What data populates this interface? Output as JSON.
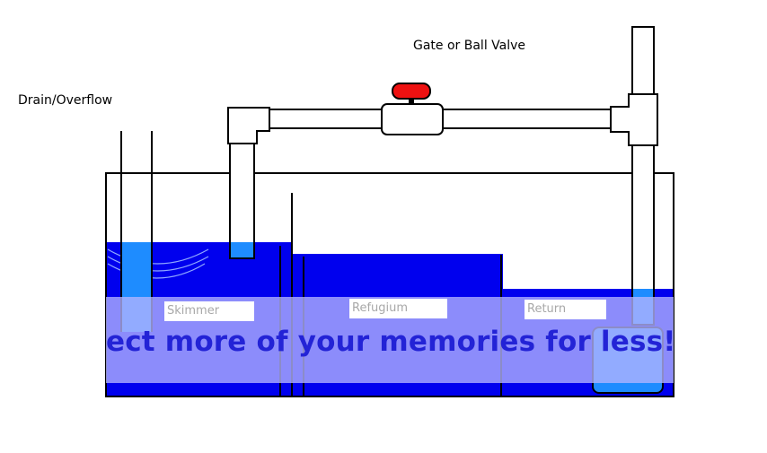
{
  "labels": {
    "drain": "Drain/Overflow",
    "valve": "Gate or Ball Valve",
    "skimmer": "Skimmer",
    "refugium": "Refugium",
    "return": "Return"
  },
  "watermark": {
    "text": "ect more of your memories for less!"
  },
  "colors": {
    "water": "#0000ee",
    "water_light": "#1e8cff",
    "valve_handle": "#ee1111",
    "outline": "#000000",
    "banner_overlay": "#b4b4ff",
    "banner_text": "#2323d6"
  }
}
